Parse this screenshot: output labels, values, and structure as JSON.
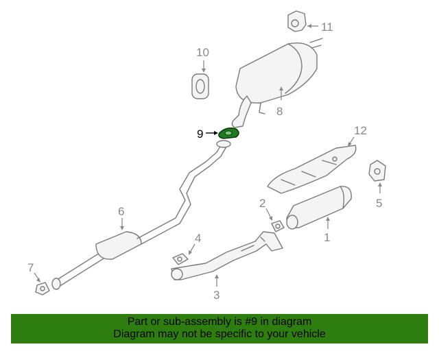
{
  "callouts": {
    "c1": "1",
    "c2": "2",
    "c3": "3",
    "c4": "4",
    "c5": "5",
    "c6": "6",
    "c7": "7",
    "c8": "8",
    "c9": "9",
    "c10": "10",
    "c11": "11",
    "c12": "12"
  },
  "highlight_color": "#1f7a1f",
  "banner": {
    "line1": "Part or sub-assembly is #9 in diagram",
    "line2": "Diagram may not be specific to your vehicle",
    "background": "#2e7d0f"
  }
}
